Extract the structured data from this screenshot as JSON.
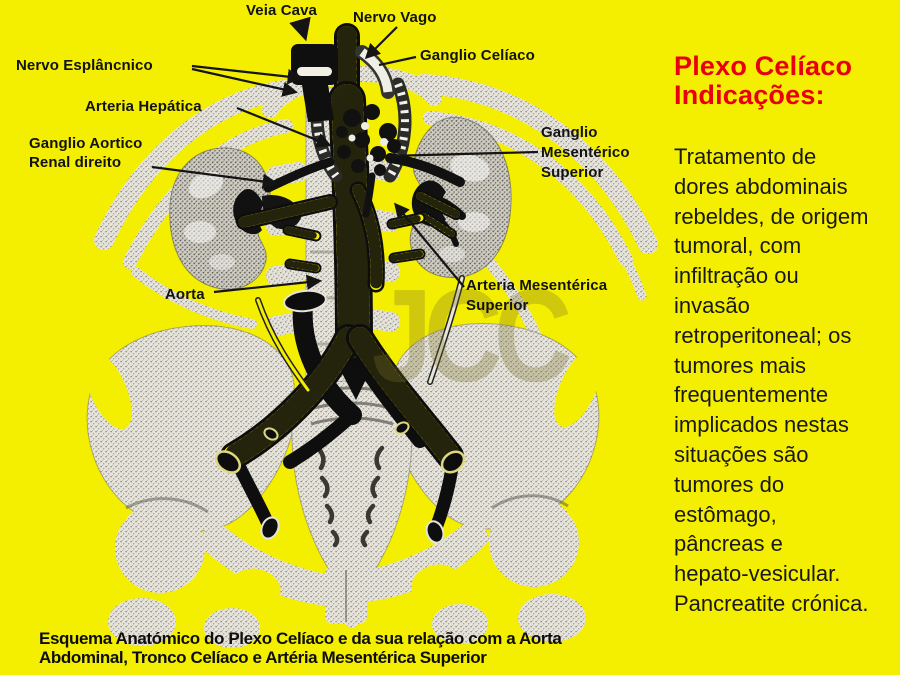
{
  "colors": {
    "background": "#f4ee00",
    "heading_red": "#e8000f",
    "text_ink": "#181818",
    "label_ink": "#121212",
    "bone_gray": "#d8d6cc",
    "vessel_black": "#0d0d0d"
  },
  "diagram": {
    "labels": {
      "veia_cava": "Veia Cava",
      "nervo_vago": "Nervo Vago",
      "nervo_esplancnico": "Nervo Esplâncnico",
      "ganglio_celiaco": "Ganglio Celíaco",
      "arteria_hepatica": "Arteria Hepática",
      "ganglio_aortico": [
        "Ganglio Aortico",
        "Renal direito"
      ],
      "ganglio_mesenterico": [
        "Ganglio",
        "Mesentérico",
        "Superior"
      ],
      "aorta": "Aorta",
      "arteria_mesenterica": [
        "Arteria Mesentérica",
        "Superior"
      ]
    },
    "watermark": "JCC",
    "caption": [
      "Esquema Anatómico do Plexo Celíaco e da sua relação com a Aorta",
      "Abdominal, Tronco Celíaco e Artéria Mesentérica Superior"
    ]
  },
  "panel": {
    "heading": [
      "Plexo Celíaco",
      "Indicações:"
    ],
    "body_lines": [
      "Tratamento de",
      "dores abdominais",
      "rebeldes, de origem",
      "tumoral, com",
      "infiltração ou",
      "invasão",
      "retroperitoneal; os",
      "tumores mais",
      "frequentemente",
      "implicados nestas",
      "situações são",
      "tumores do",
      "estômago,",
      "pâncreas e",
      "hepato-vesicular.",
      "Pancreatite crónica."
    ]
  }
}
